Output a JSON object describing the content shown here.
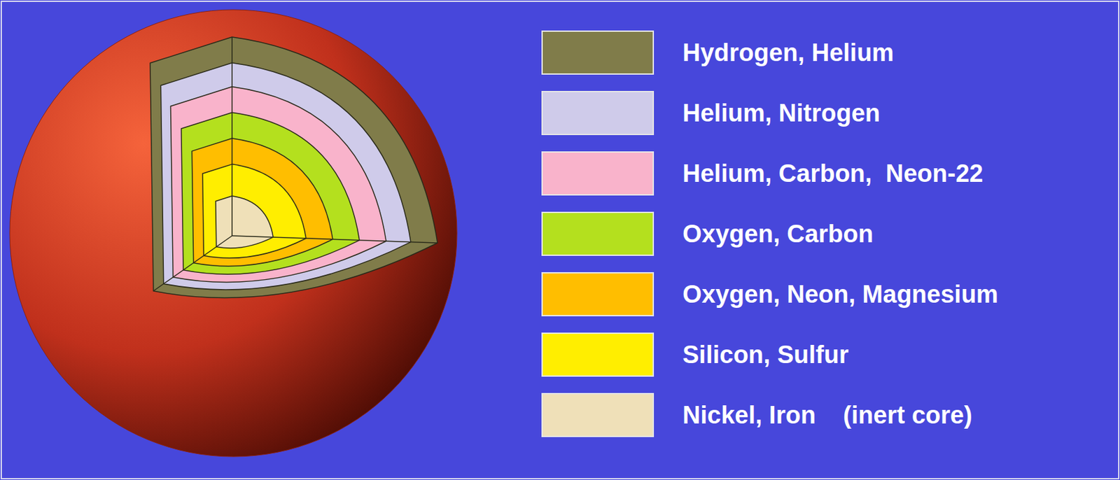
{
  "diagram": {
    "legend": [
      {
        "text": "Hydrogen, Helium",
        "color": "#807c4a"
      },
      {
        "text": "Helium, Nitrogen",
        "color": "#cfcbea"
      },
      {
        "text": "Helium, Carbon,  Neon-22",
        "color": "#f9b3cb"
      },
      {
        "text": "Oxygen, Carbon",
        "color": "#b4e01e"
      },
      {
        "text": "Oxygen, Neon, Magnesium",
        "color": "#ffbe00"
      },
      {
        "text": "Silicon, Sulfur",
        "color": "#ffee00"
      },
      {
        "text": "Nickel, Iron    (inert core)",
        "color": "#efe0b8"
      }
    ]
  }
}
